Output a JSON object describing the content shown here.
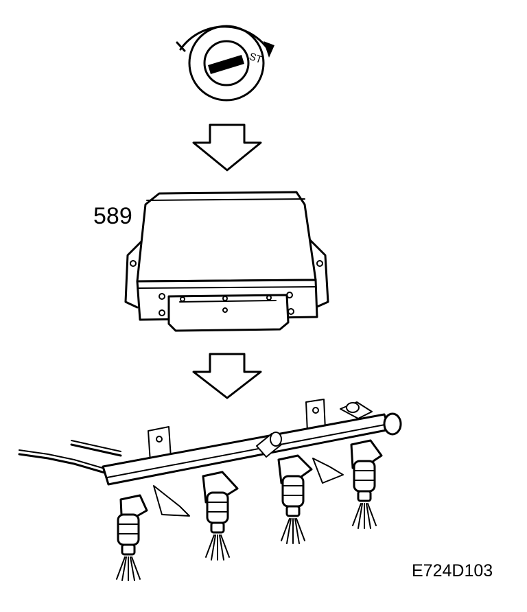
{
  "diagram": {
    "part_label": "589",
    "figure_code": "E724D103",
    "ignition_switch": {
      "off_mark": "I",
      "start_mark": "ST"
    },
    "sequence": [
      "ignition-switch",
      "control-module",
      "fuel-injector-rail"
    ],
    "injector_count": 4
  }
}
